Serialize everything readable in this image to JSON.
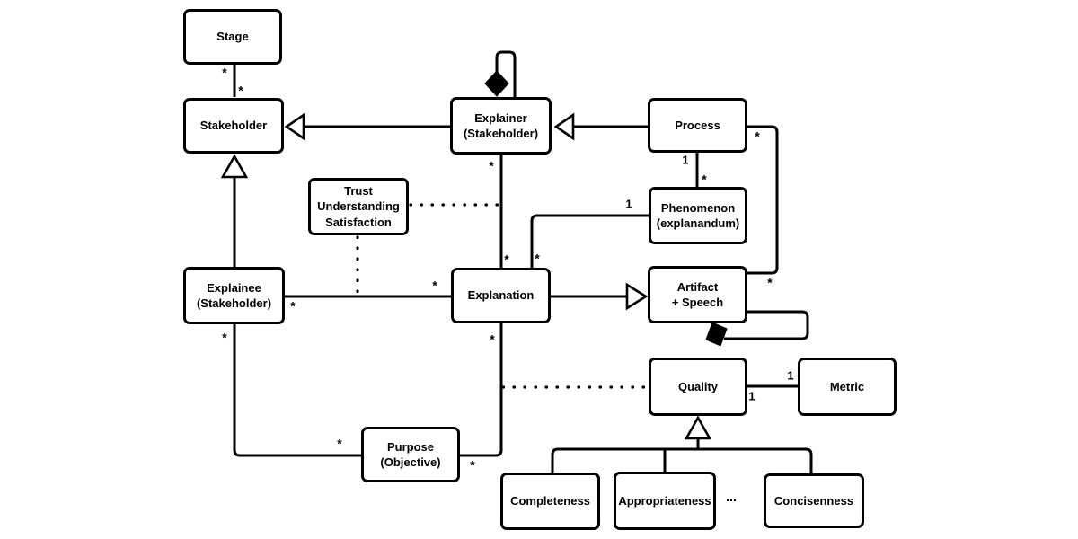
{
  "nodes": {
    "stage": {
      "label": "Stage"
    },
    "stakeholder": {
      "label": "Stakeholder"
    },
    "explainer": {
      "label": "Explainer\n(Stakeholder)"
    },
    "process": {
      "label": "Process"
    },
    "phenomenon": {
      "label": "Phenomenon\n(explanandum)"
    },
    "trust": {
      "label": "Trust\nUnderstanding\nSatisfaction"
    },
    "explainee": {
      "label": "Explainee\n(Stakeholder)"
    },
    "explanation": {
      "label": "Explanation"
    },
    "artifact": {
      "label": "Artifact\n+ Speech"
    },
    "quality": {
      "label": "Quality"
    },
    "metric": {
      "label": "Metric"
    },
    "purpose": {
      "label": "Purpose\n(Objective)"
    },
    "completeness": {
      "label": "Completeness"
    },
    "appropriateness": {
      "label": "Appropriateness"
    },
    "concisenness": {
      "label": "Concisenness"
    }
  },
  "multiplicities": {
    "stage_stakeholder": {
      "stage_end": "*",
      "stakeholder_end": "*"
    },
    "explainer_explanation": {
      "explainer_end": "*",
      "explanation_end": "*"
    },
    "process_phenomenon": {
      "process_end": "1",
      "phenomenon_end": "*"
    },
    "phenomenon_explanation": {
      "phenomenon_end": "1",
      "explanation_end": "*"
    },
    "process_artifact": {
      "process_end": "*",
      "artifact_end": "*"
    },
    "explainee_explanation": {
      "explainee_end": "*",
      "explanation_end": "*"
    },
    "explainee_purpose": {
      "explainee_end": "*",
      "purpose_end": "*"
    },
    "purpose_explanation": {
      "purpose_end": "*",
      "explanation_end": "*"
    },
    "quality_metric": {
      "quality_end": "1",
      "metric_end": "1"
    }
  },
  "ellipsis": "...",
  "colors": {
    "ink": "#000000",
    "background": "#ffffff"
  }
}
